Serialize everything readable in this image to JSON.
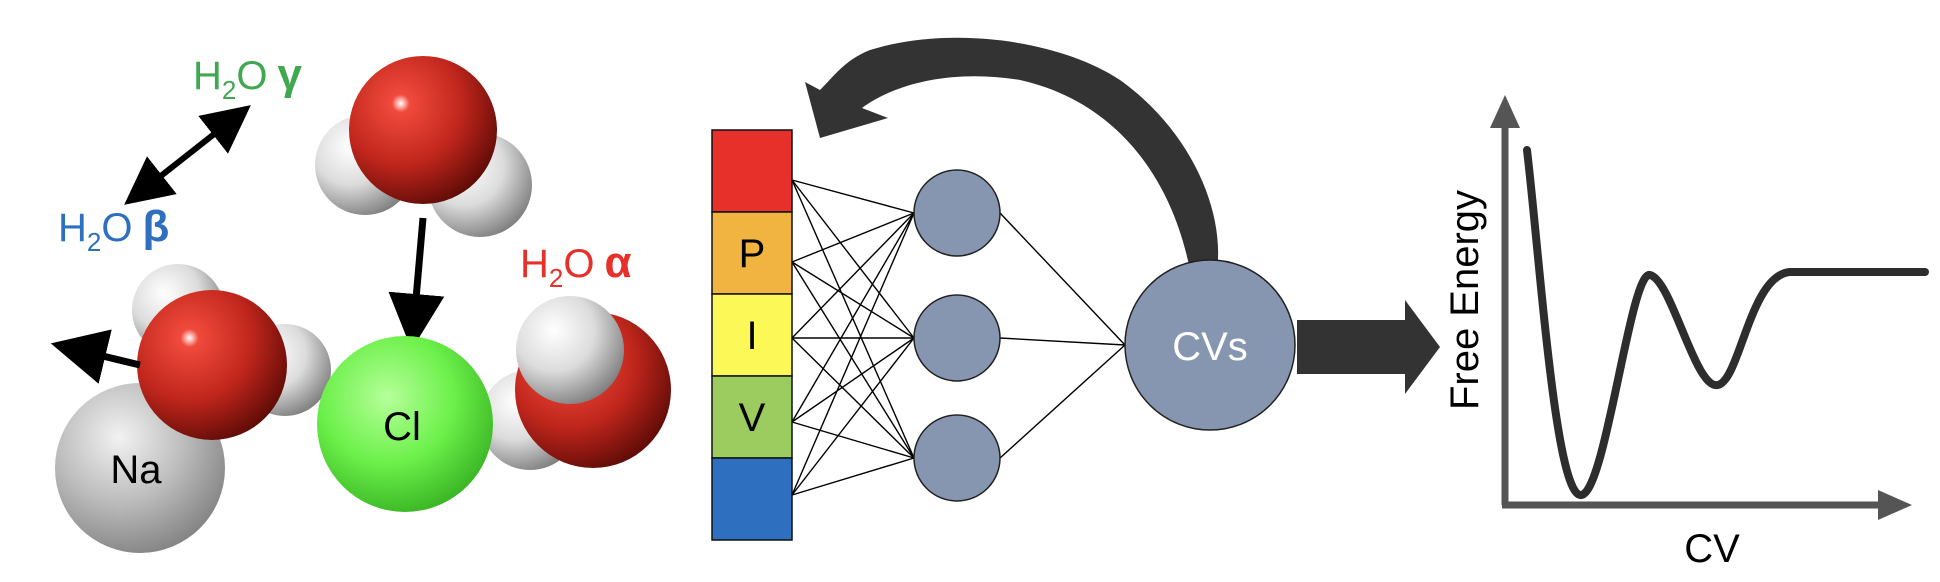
{
  "molecules": {
    "water_gamma": {
      "formula": "H",
      "sub": "2",
      "rest": "O",
      "greek": "γ"
    },
    "water_beta": {
      "formula": "H",
      "sub": "2",
      "rest": "O",
      "greek": "β"
    },
    "water_alpha": {
      "formula": "H",
      "sub": "2",
      "rest": "O",
      "greek": "α"
    },
    "chloride": "Cl",
    "sodium": "Na"
  },
  "feature_vector": {
    "cells": [
      "",
      "P",
      "I",
      "V",
      ""
    ]
  },
  "network": {
    "output_node": "CVs"
  },
  "plot": {
    "ylabel": "Free Energy",
    "xlabel": "CV"
  },
  "colors": {
    "gamma": "#3fa850",
    "beta": "#2f6fc0",
    "alpha": "#e8302a",
    "oxygen": "#c0261c",
    "hydrogen": "#e6e6e6",
    "chlorine": "#6cf04a",
    "sodium": "#b8b8b8",
    "node": "#8796b0",
    "vector": [
      "#e8302a",
      "#f2b441",
      "#fbf857",
      "#9ccc60",
      "#2f6fc0"
    ],
    "arrow_dark": "#333333"
  }
}
